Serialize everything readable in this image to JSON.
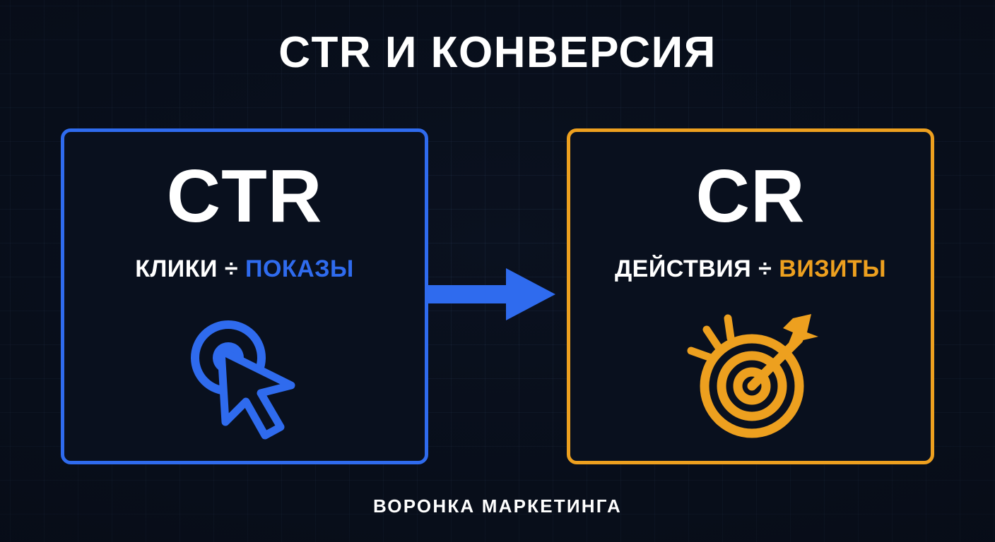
{
  "page": {
    "title": "CTR И КОНВЕРСИЯ",
    "footer_caption": "ВОРОНКА МАРКЕТИНГА",
    "background_color": "#0a111f",
    "grid_line_color": "#16203a"
  },
  "cards": [
    {
      "id": "ctr",
      "heading": "CTR",
      "formula_numerator": "КЛИКИ",
      "formula_divider": "÷",
      "formula_denominator": "ПОКАЗЫ",
      "accent_color": "#2f6bee",
      "icon": "click-cursor-icon"
    },
    {
      "id": "cr",
      "heading": "CR",
      "formula_numerator": "ДЕЙСТВИЯ",
      "formula_divider": "÷",
      "formula_denominator": "ВИЗИТЫ",
      "accent_color": "#eda01f",
      "icon": "target-bullseye-icon"
    }
  ],
  "flow": {
    "arrow_icon": "right-arrow-icon",
    "arrow_color": "#2f6bee"
  }
}
